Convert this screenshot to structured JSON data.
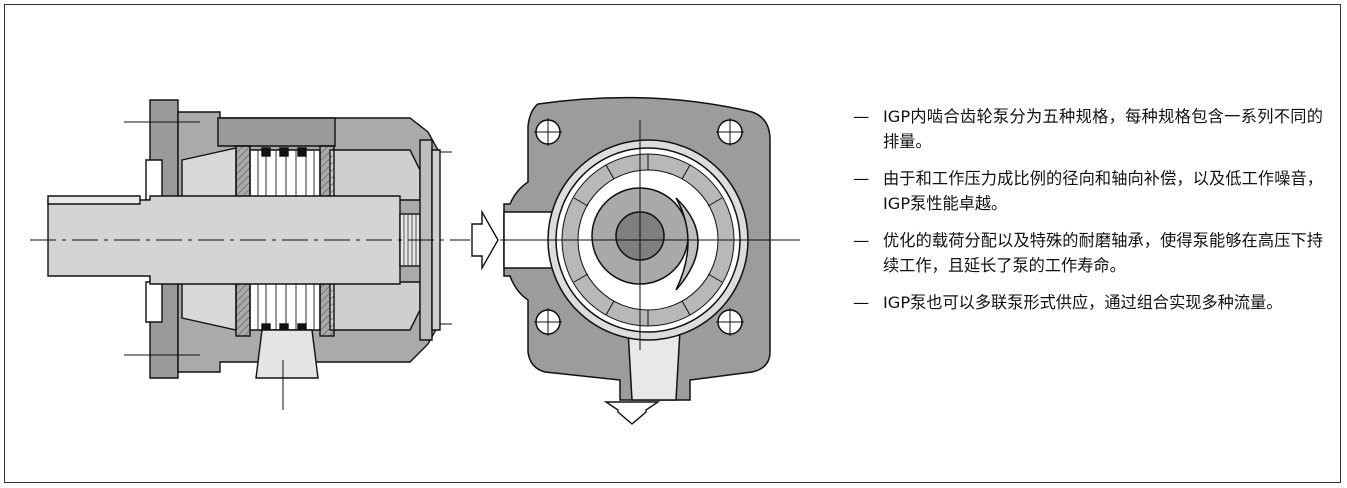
{
  "features": {
    "bullet": "—",
    "items": [
      "IGP内啮合齿轮泵分为五种规格，每种规格包含一系列不同的排量。",
      "由于和工作压力成比例的径向和轴向补偿，以及低工作噪音，IGP泵性能卓越。",
      "优化的载荷分配以及特殊的耐磨轴承，使得泵能够在高压下持续工作，且延长了泵的工作寿命。",
      "IGP泵也可以多联泵形式供应，通过组合实现多种流量。"
    ]
  }
}
